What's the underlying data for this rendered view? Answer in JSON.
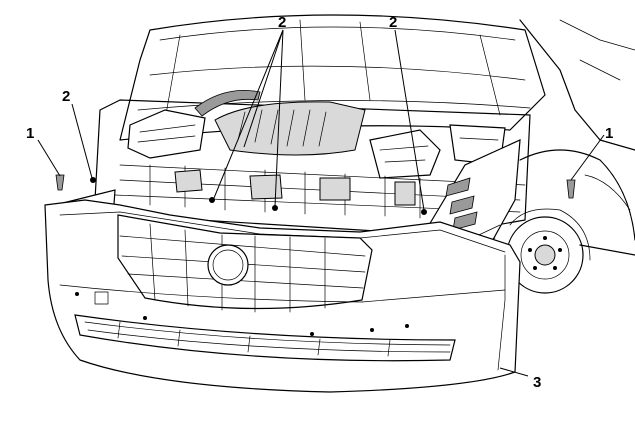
{
  "callouts": {
    "fastener_left": "1",
    "retainer_left": "2",
    "retainer_center": "2",
    "retainer_right": "2",
    "fastener_right": "1",
    "bumper_fascia": "3"
  }
}
